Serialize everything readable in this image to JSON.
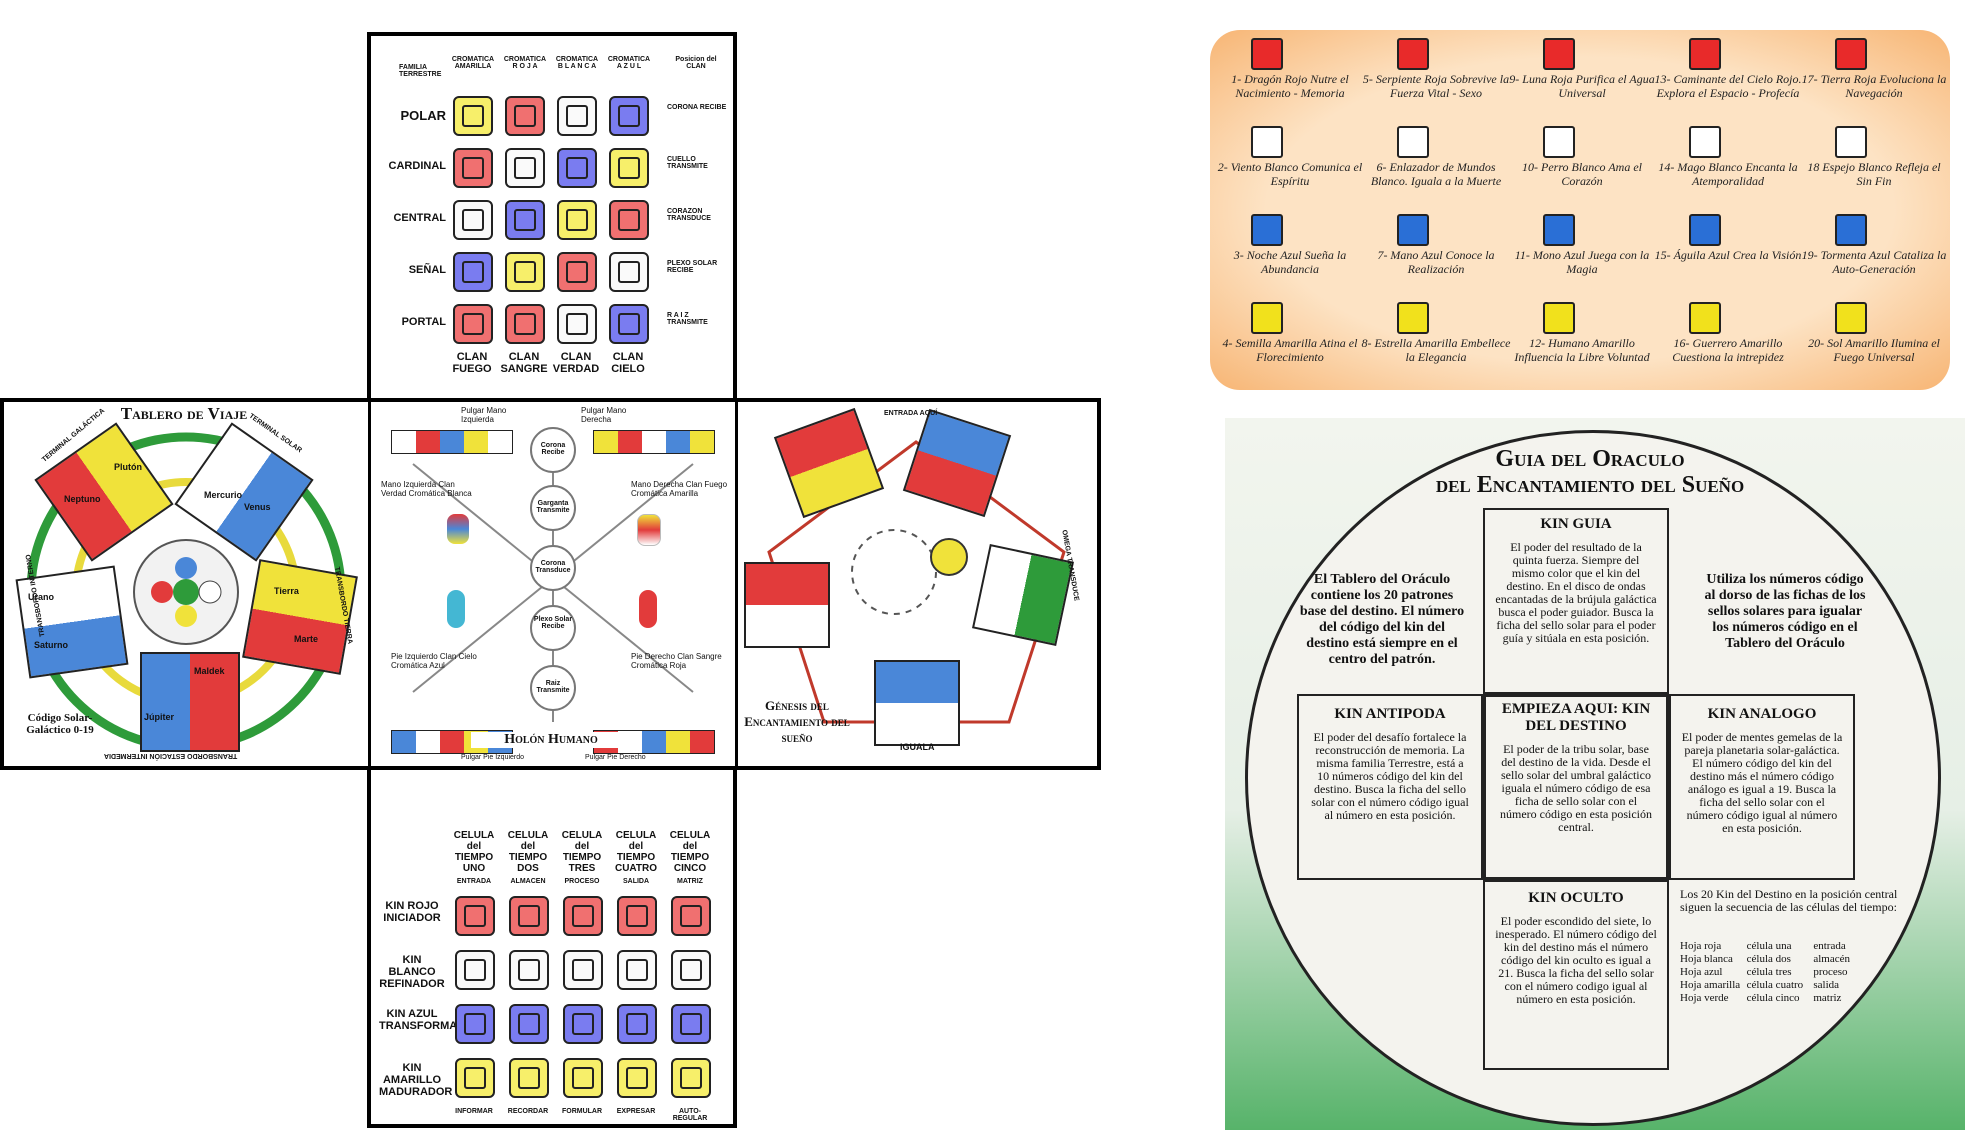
{
  "top_panel": {
    "head_familia": "FAMILIA TERRESTRE",
    "head_cols": [
      "CROMATICA AMARILLA",
      "CROMATICA R O J A",
      "CROMATICA B L A N C A",
      "CROMATICA A Z U L"
    ],
    "head_pos": "Posicion del CLAN",
    "rows": [
      {
        "name": "POLAR",
        "pos": "CORONA RECIBE"
      },
      {
        "name": "CARDINAL",
        "pos": "CUELLO TRANSMITE"
      },
      {
        "name": "CENTRAL",
        "pos": "CORAZON TRANSDUCE"
      },
      {
        "name": "SEÑAL",
        "pos": "PLEXO SOLAR RECIBE"
      },
      {
        "name": "PORTAL",
        "pos": "R A I Z TRANSMITE"
      }
    ],
    "clans": [
      "CLAN FUEGO",
      "CLAN SANGRE",
      "CLAN VERDAD",
      "CLAN CIELO"
    ]
  },
  "left_panel": {
    "title": "Tablero de Viaje",
    "terminal_galactica": "TERMINAL GALÁCTICA",
    "terminal_solar": "TERMINAL SOLAR",
    "transbordo_tierra": "TRANSBORDO TIERRA",
    "transbordo_interno": "TRANSBORDO INTERNO",
    "transbordo_estacion": "TRANSBORDO ESTACIÓN INTERMEDIA",
    "codigo": "Código Solar-Galáctico 0-19",
    "planets": [
      "Urano",
      "Saturno",
      "Júpiter",
      "Marte",
      "Tierra",
      "Venus",
      "Mercurio",
      "Neptuno",
      "Plutón",
      "Maldek"
    ]
  },
  "center_panel": {
    "title": "Holón Humano",
    "pulgar_izq": "Pulgar Mano Izquierda",
    "pulgar_der": "Pulgar Mano Derecha",
    "mano_izq": "Mano Izquierda Clan Verdad Cromática Blanca",
    "mano_der": "Mano Derecha Clan Fuego Cromática Amarilla",
    "pie_izq": "Pie Izquierdo Clan Cielo Cromática Azul",
    "pie_der": "Pie Derecho Clan Sangre Cromática Roja",
    "pulgar_pie_izq": "Pulgar Pie Izquierdo",
    "pulgar_pie_der": "Pulgar Pie Derecho",
    "nodes": [
      "Corona Recibe",
      "Garganta Transmite",
      "Corona Transduce",
      "Plexo Solar Recibe",
      "Raiz Transmite"
    ]
  },
  "right_panel": {
    "title": "Génesis del Encantamiento del sueño",
    "entrada": "ENTRADA AQUÍ",
    "iguala": "IGUALA",
    "omega": "OMEGA TRANSDUCE"
  },
  "bottom_panel": {
    "col_heads": [
      "CELULA del TIEMPO UNO",
      "CELULA del TIEMPO DOS",
      "CELULA del TIEMPO TRES",
      "CELULA del TIEMPO CUATRO",
      "CELULA del TIEMPO CINCO"
    ],
    "col_sub": [
      "ENTRADA",
      "ALMACEN",
      "PROCESO",
      "SALIDA",
      "MATRIZ"
    ],
    "rows": [
      "KIN ROJO INICIADOR",
      "KIN BLANCO REFINADOR",
      "KIN AZUL TRANSFORMADOR",
      "KIN AMARILLO MADURADOR"
    ],
    "actions": [
      "INFORMAR",
      "RECORDAR",
      "FORMULAR",
      "EXPRESAR",
      "AUTO-REGULAR"
    ]
  },
  "seals": [
    "1- Dragón Rojo Nutre el Nacimiento - Memoria",
    "5- Serpiente Roja Sobrevive la Fuerza Vital - Sexo",
    "9- Luna Roja Purifica el Agua Universal",
    "13- Caminante del Cielo Rojo. Explora el Espacio - Profecía",
    "17- Tierra Roja Evoluciona la Navegación",
    "2- Viento Blanco Comunica el Espíritu",
    "6- Enlazador de Mundos Blanco. Iguala a la Muerte",
    "10- Perro Blanco Ama el Corazón",
    "14- Mago Blanco Encanta la Atemporalidad",
    "18 Espejo Blanco Refleja el Sin Fin",
    "3- Noche Azul Sueña la Abundancia",
    "7- Mano Azul Conoce la Realización",
    "11- Mono Azul Juega con la Magia",
    "15- Águila Azul Crea la Visión",
    "19- Tormenta Azul Cataliza la Auto-Generación",
    "4- Semilla Amarilla Atina el Florecimiento",
    "8- Estrella Amarilla Embellece la Elegancia",
    "12- Humano Amarillo Influencia la Libre Voluntad",
    "16- Guerrero Amarillo Cuestiona la intrepidez",
    "20- Sol Amarillo Ilumina el Fuego Universal"
  ],
  "seal_colors": [
    "#e82a2a",
    "#ffffff",
    "#2a6fd6",
    "#f1e11c"
  ],
  "guide": {
    "title1": "Guia del Oraculo",
    "title2": "del Encantamiento del Sueño",
    "left_text": "El Tablero del Oráculo contiene los 20 patrones base del destino. El número del código del kin del destino está siempre en el centro del patrón.",
    "right_text": "Utiliza los números código al dorso de las fichas de los sellos solares para igualar los números código en el Tablero del Oráculo",
    "kin_guia_title": "KIN GUIA",
    "kin_guia_text": "El poder del resultado de la quinta fuerza. Siempre del mismo color que el kin del destino. En el disco de ondas encantadas de la brújula galáctica busca el poder guiador. Busca la ficha del sello solar para el poder guía y sitúala en esta posición.",
    "antipoda_title": "KIN ANTIPODA",
    "antipoda_text": "El poder del desafío fortalece la reconstrucción de memoria. La misma familia Terrestre, está a 10 números código del kin del destino. Busca la ficha del sello solar con el número código igual al número en esta posición.",
    "center_title": "EMPIEZA AQUI: KIN DEL DESTINO",
    "center_text": "El poder de la tribu solar, base del destino de la vida. Desde el sello solar del umbral galáctico iguala el número código de esa ficha de sello solar con el número código en esta posición central.",
    "analogo_title": "KIN ANALOGO",
    "analogo_text": "El poder de mentes gemelas de la pareja planetaria solar-galáctica. El número código del kin del destino más el número código análogo es igual a 19. Busca la ficha del sello solar con el número código igual al número en esta posición.",
    "oculto_title": "KIN OCULTO",
    "oculto_text": "El poder escondido del siete, lo inesperado. El número código del kin del destino más el número código del kin oculto es igual a 21. Busca la ficha del sello solar con el número codigo igual al número en esta posición.",
    "cells_intro": "Los 20 Kin del Destino en la posición central siguen la secuencia de las células del tiempo:",
    "cells": [
      [
        "Hoja roja",
        "célula una",
        "entrada"
      ],
      [
        "Hoja blanca",
        "célula dos",
        "almacén"
      ],
      [
        "Hoja azul",
        "célula tres",
        "proceso"
      ],
      [
        "Hoja amarilla",
        "célula cuatro",
        "salida"
      ],
      [
        "Hoja verde",
        "célula cinco",
        "matriz"
      ]
    ]
  }
}
